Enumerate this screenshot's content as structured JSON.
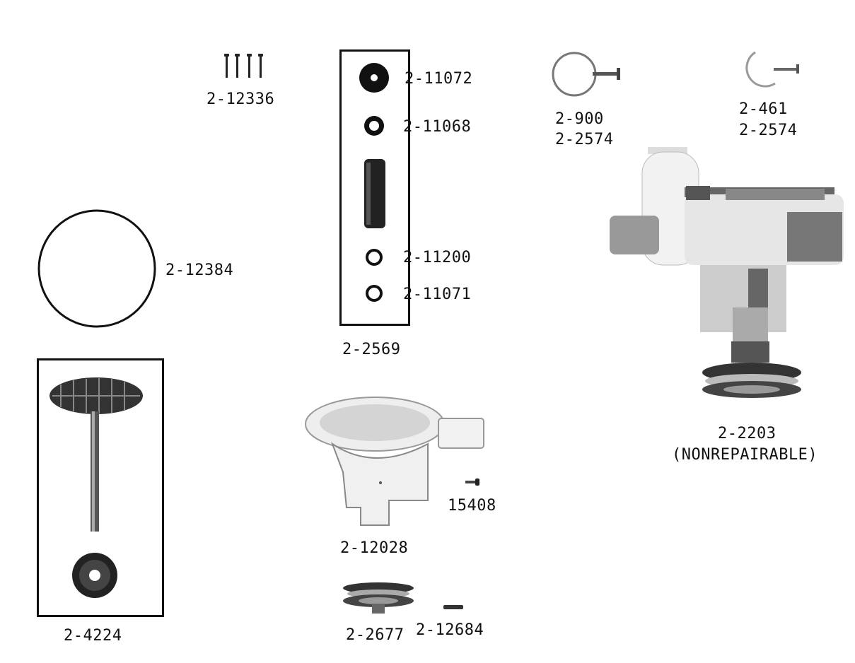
{
  "parts": {
    "screws": {
      "number": "2-12336"
    },
    "seal_kit": {
      "number": "2-2569",
      "items": [
        {
          "number": "2-11072"
        },
        {
          "number": "2-11068"
        },
        {
          "number": "2-11200"
        },
        {
          "number": "2-11071"
        }
      ]
    },
    "clamp_a": {
      "numbers": [
        "2-900",
        "2-2574"
      ]
    },
    "clamp_b": {
      "numbers": [
        "2-461",
        "2-2574"
      ]
    },
    "o_ring": {
      "number": "2-12384"
    },
    "pump_assembly": {
      "number": "2-2203",
      "note": "(NONREPAIRABLE)"
    },
    "agitator_kit": {
      "number": "2-4224"
    },
    "pump_housing": {
      "number": "2-12028"
    },
    "screw_small": {
      "number": "15408"
    },
    "pulley": {
      "number": "2-2677"
    },
    "pin": {
      "number": "2-12684"
    }
  }
}
